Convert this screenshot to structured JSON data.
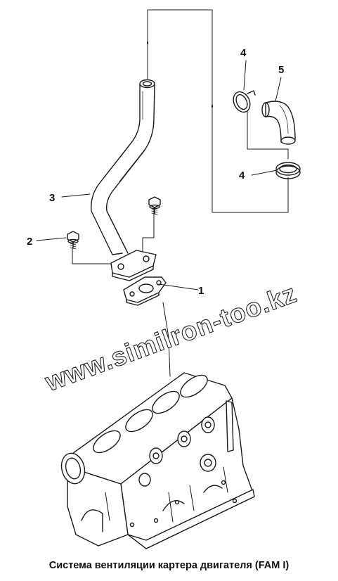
{
  "diagram": {
    "caption": "Система вентиляции картера двигателя (FAM I)",
    "watermark": "www.similron-too.kz",
    "callouts": [
      {
        "id": "1"
      },
      {
        "id": "2"
      },
      {
        "id": "3"
      },
      {
        "id": "4"
      },
      {
        "id": "4"
      },
      {
        "id": "5"
      }
    ]
  }
}
